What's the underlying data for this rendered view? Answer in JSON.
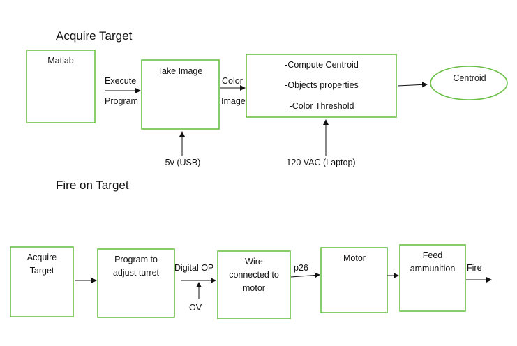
{
  "section1": {
    "title": "Acquire Target",
    "matlab": "Matlab",
    "execute": "Execute",
    "program": "Program",
    "take_image": "Take Image",
    "color": "Color",
    "image": "Image",
    "compute_centroid": "-Compute Centroid",
    "objects_properties": "-Objects properties",
    "color_threshold": "-Color Threshold",
    "centroid": "Centroid",
    "usb": "5v (USB)",
    "laptop": "120 VAC (Laptop)"
  },
  "section2": {
    "title": "Fire on Target",
    "acquire_1": "Acquire",
    "acquire_2": "Target",
    "program_1": "Program to",
    "program_2": "adjust turret",
    "digital_op": "Digital OP",
    "ov": "OV",
    "wire_1": "Wire",
    "wire_2": "connected to",
    "wire_3": "motor",
    "p26": "p26",
    "motor": "Motor",
    "feed_1": "Feed",
    "feed_2": "ammunition",
    "fire": "Fire"
  },
  "colors": {
    "box_border": "#6cbf45",
    "line": "#111111"
  }
}
